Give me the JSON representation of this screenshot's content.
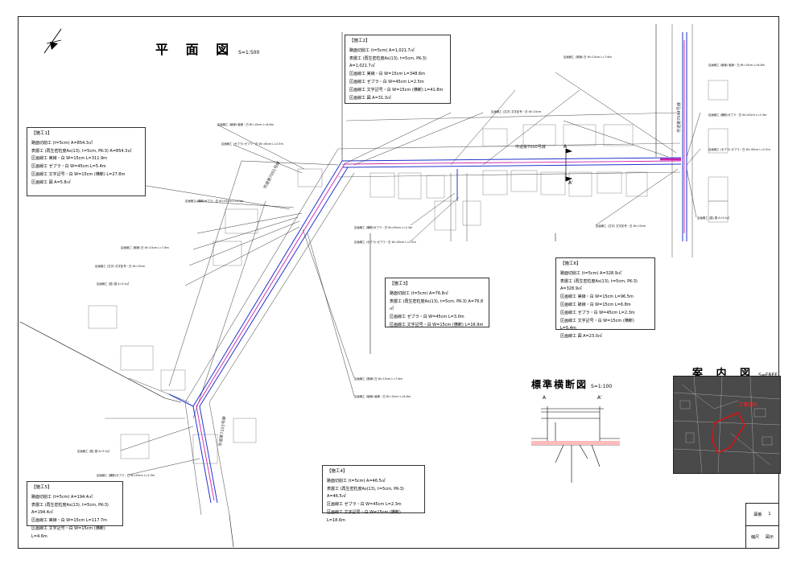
{
  "plan": {
    "title": "平 面 図",
    "scale": "S=1:500"
  },
  "notes": {
    "w1": {
      "header": "【施工1】",
      "lines": [
        "路面切削工 (t=5cm) A=854.3㎡",
        "表層工 (再生密粒度As(13), t=5cm, PK-3) A=854.3㎡",
        "区画線工 実線・白 W=15cm L=311.9m",
        "区画線工 ゼブラ・白 W=45cm L=5.4m",
        "区画線工 文字記号・白 W=15cm (横断) L=27.8m",
        "区画線工 図 A=5.8㎡"
      ]
    },
    "w2": {
      "header": "【施工2】",
      "lines": [
        "路面切削工 (t=5cm) A=1,021.7㎡",
        "表層工 (再生密粒度As(13), t=5cm, PK-3) A=1,021.7㎡",
        "区画線工 実線・白 W=15cm L=348.6m",
        "区画線工 ゼブラ・白 W=45cm L=2.5m",
        "区画線工 文字記号・白 W=15cm (横断) L=41.8m",
        "区画線工 図 A=31.3㎡"
      ]
    },
    "w3": {
      "header": "【施工3】",
      "lines": [
        "路面切削工 (t=5cm) A=76.8㎡",
        "表層工 (再生密粒度As(13), t=5cm, PK-3) A=76.8㎡",
        "区画線工 ゼブラ・白 W=45cm L=3.0m",
        "区画線工 文字記号・白 W=15cm (横断) L=16.9m"
      ]
    },
    "w4": {
      "header": "【施工4】",
      "lines": [
        "路面切削工 (t=5cm) A=46.5㎡",
        "表層工 (再生密粒度As(13), t=5cm, PK-3) A=46.5㎡",
        "区画線工 ゼブラ・白 W=45cm L=2.3m",
        "区画線工 文字記号・白 W=15cm (横断) L=18.6m"
      ]
    },
    "w5": {
      "header": "【施工5】",
      "lines": [
        "路面切削工 (t=5cm) A=194.4㎡",
        "表層工 (再生密粒度As(13), t=5cm, PK-3) A=194.4㎡",
        "区画線工 実線・白 W=15cm L=117.7m",
        "区画線工 文字記号・白 W=15cm (横断) L=4.6m"
      ]
    },
    "w6": {
      "header": "【施工6】",
      "lines": [
        "路面切削工 (t=5cm) A=328.9㎡",
        "表層工 (再生密粒度As(13), t=5cm, PK-3) A=328.9㎡",
        "区画線工 実線・白 W=15cm L=96.5m",
        "区画線工 破線・白 W=15cm L=6.8m",
        "区画線工 ゼブラ・白 W=45cm L=2.3m",
        "区画線工 文字記号・白 W=15cm (横断) L=5.4m",
        "区画線工 図 A=23.0㎡"
      ]
    }
  },
  "roads": {
    "east_west": "市道第7000号線",
    "north_south": "市道第7044号線",
    "diag": "市道第7001号線",
    "lower": "市道第7103号線"
  },
  "labels": [
    "区画線工 (横断)ゼブラ・白 W=45cm L=2.3m",
    "区画線工 (実線) 白 W=15cm L=7.6m",
    "区画線工 (文字) 文字記号・白 W=15cm",
    "区画線工 (図) 図 A=5.4㎡",
    "区画線工 (破線) 破線・白 W=15cm L=6.8m",
    "区画線工 (ゼブラ) ゼブラ・白 W=45cm L=2.5m"
  ],
  "section": {
    "title": "標準横断図",
    "scale": "S=1:100",
    "marker_a": "A",
    "marker_a2": "A'"
  },
  "guide": {
    "title": "案 内 図",
    "scale": "S=FREE",
    "site_label": "工事箇所"
  },
  "titleblock": {
    "row1_label": "図番",
    "row1_value": "1",
    "row2_label": "縮尺",
    "row2_value": "図示"
  },
  "colors": {
    "line": "#555555",
    "blue": "#2233cc",
    "magenta": "#cc22aa",
    "red": "#dd1111",
    "map": "#4a4a4a"
  }
}
